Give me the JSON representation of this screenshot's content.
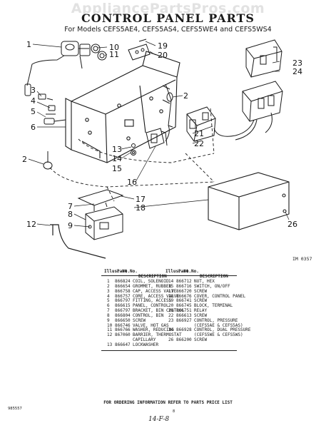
{
  "watermark": "AppliancePartsPros.com",
  "title": "CONTROL PANEL PARTS",
  "subtitle": "For Models CEFS5AE4, CEFS5AS4, CEFS5WE4 and CEFS5WS4",
  "diagram_id": "IM 0357",
  "callouts": [
    "1",
    "2",
    "2",
    "3",
    "4",
    "5",
    "6",
    "7",
    "8",
    "9",
    "10",
    "11",
    "12",
    "13",
    "14",
    "15",
    "16",
    "17",
    "18",
    "19",
    "20",
    "21",
    "22",
    "23",
    "24",
    "26"
  ],
  "table_headers": {
    "illus_no": "Illus. No.",
    "part_no": "Part No.",
    "description": "DESCRIPTION"
  },
  "parts_left": [
    {
      "illus": "1",
      "part": "866824",
      "desc": "COIL, SOLENOID"
    },
    {
      "illus": "2",
      "part": "866654",
      "desc": "GROMMET, RUBBER"
    },
    {
      "illus": "3",
      "part": "866758",
      "desc": "CAP, ACCESS VALVE"
    },
    {
      "illus": "4",
      "part": "866757",
      "desc": "CORE, ACCESS VALVE"
    },
    {
      "illus": "5",
      "part": "866797",
      "desc": "FITTING, ACCESS"
    },
    {
      "illus": "6",
      "part": "866615",
      "desc": "PANEL, CONTROL"
    },
    {
      "illus": "7",
      "part": "866797",
      "desc": "BRACKET, BIN CONTROL"
    },
    {
      "illus": "8",
      "part": "866804",
      "desc": "CONTROL, BIN"
    },
    {
      "illus": "9",
      "part": "866650",
      "desc": "SCREW"
    },
    {
      "illus": "10",
      "part": "866746",
      "desc": "VALVE, HOT GAS"
    },
    {
      "illus": "11",
      "part": "866766",
      "desc": "WASHER, REDUCING"
    },
    {
      "illus": "12",
      "part": "867060",
      "desc": "BARRIER, THERMOSTAT"
    },
    {
      "illus": "",
      "part": "",
      "desc": "CAPILLARY"
    },
    {
      "illus": "13",
      "part": "866647",
      "desc": "LOCKWASHER"
    }
  ],
  "parts_right": [
    {
      "illus": "14",
      "part": "866712",
      "desc": "NUT, HEX"
    },
    {
      "illus": "15",
      "part": "866716",
      "desc": "SWITCH, ON/OFF"
    },
    {
      "illus": "17",
      "part": "866720",
      "desc": "SCREW"
    },
    {
      "illus": "18",
      "part": "866676",
      "desc": "COVER, CONTROL PANEL"
    },
    {
      "illus": "19",
      "part": "866741",
      "desc": "SCREW"
    },
    {
      "illus": "20",
      "part": "866745",
      "desc": "BLOCK, TERMINAL"
    },
    {
      "illus": "21",
      "part": "866751",
      "desc": "RELAY"
    },
    {
      "illus": "22",
      "part": "866613",
      "desc": "SCREW"
    },
    {
      "illus": "23",
      "part": "866927",
      "desc": "CONTROL, PRESSURE"
    },
    {
      "illus": "",
      "part": "",
      "desc": "(CEFS5AE & CEFS5AS)"
    },
    {
      "illus": "24",
      "part": "866928",
      "desc": "CONTROL, DUAL PRESSURE"
    },
    {
      "illus": "",
      "part": "",
      "desc": "(CEFS5WE & CEFS5WS)"
    },
    {
      "illus": "26",
      "part": "866200",
      "desc": "SCREW"
    }
  ],
  "footnote": "FOR ORDERING INFORMATION REFER TO PARTS PRICE LIST",
  "doc_number": "985557",
  "page_number": "8",
  "handwritten_note": "14-F-8",
  "colors": {
    "ink": "#1a1a1a",
    "watermark": "#e2e2e2",
    "paper": "#ffffff"
  }
}
